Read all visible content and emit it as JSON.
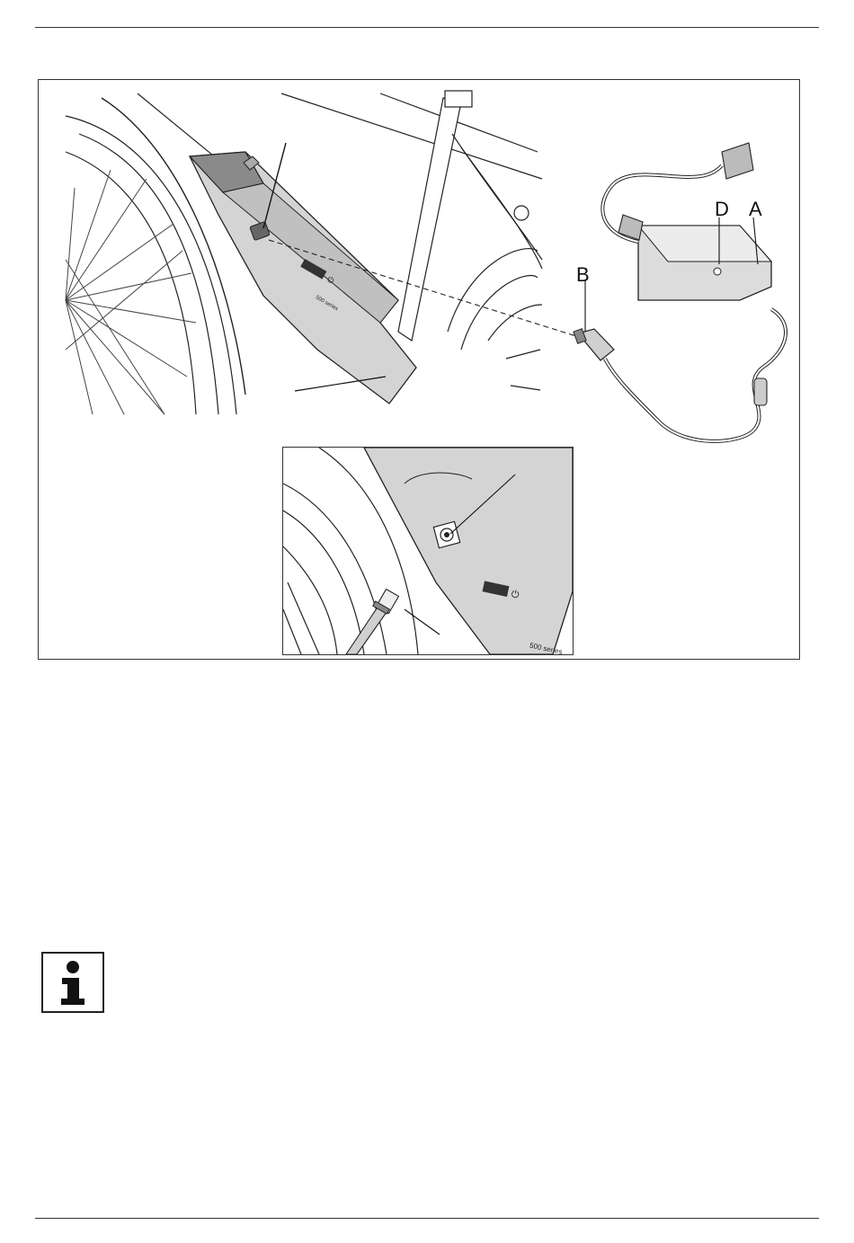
{
  "figure": {
    "callouts": {
      "a": "A",
      "b": "B",
      "d": "D"
    },
    "battery_label": "500 series"
  },
  "icons": {
    "info": "info-icon",
    "power": "power-icon"
  }
}
